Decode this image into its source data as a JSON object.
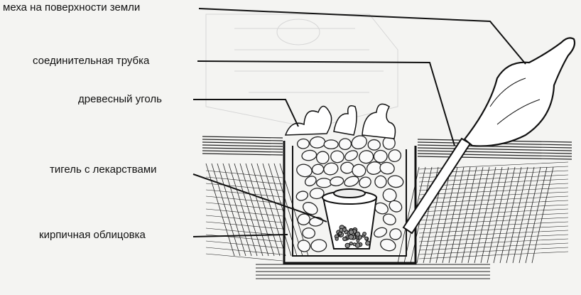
{
  "labels": {
    "bellows": "меха на поверхности земли",
    "tube": "соединительная трубка",
    "charcoal": "древесный уголь",
    "crucible": "тигель с лекарствами",
    "lining": "кирпичная облицовка"
  }
}
